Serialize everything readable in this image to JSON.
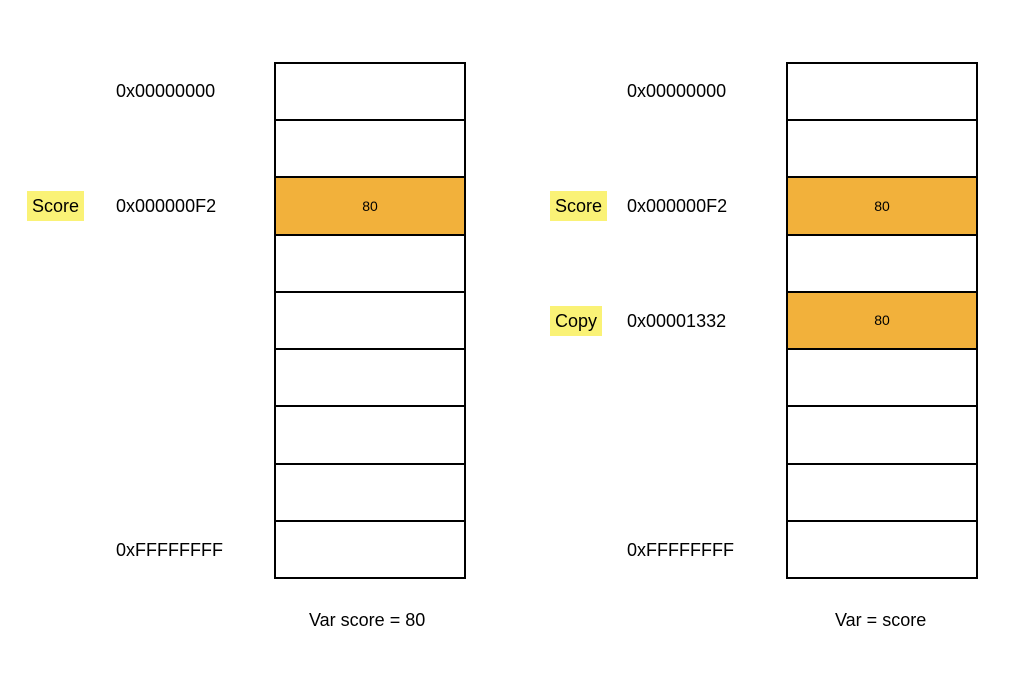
{
  "colors": {
    "highlight_cell": "#F2B13B",
    "var_tag_bg": "#FAF276",
    "border": "#000000"
  },
  "left_panel": {
    "caption": "Var score = 80",
    "cells": [
      "",
      "",
      "80",
      "",
      "",
      "",
      "",
      "",
      ""
    ],
    "highlighted_cells": [
      2
    ],
    "addresses": [
      {
        "row": 0,
        "text": "0x00000000"
      },
      {
        "row": 2,
        "text": "0x000000F2"
      },
      {
        "row": 8,
        "text": "0xFFFFFFFF"
      }
    ],
    "var_tags": [
      {
        "row": 2,
        "text": "Score"
      }
    ]
  },
  "right_panel": {
    "caption": "Var = score",
    "cells": [
      "",
      "",
      "80",
      "",
      "80",
      "",
      "",
      "",
      ""
    ],
    "highlighted_cells": [
      2,
      4
    ],
    "addresses": [
      {
        "row": 0,
        "text": "0x00000000"
      },
      {
        "row": 2,
        "text": "0x000000F2"
      },
      {
        "row": 4,
        "text": "0x00001332"
      },
      {
        "row": 8,
        "text": "0xFFFFFFFF"
      }
    ],
    "var_tags": [
      {
        "row": 2,
        "text": "Score"
      },
      {
        "row": 4,
        "text": "Copy"
      }
    ]
  }
}
